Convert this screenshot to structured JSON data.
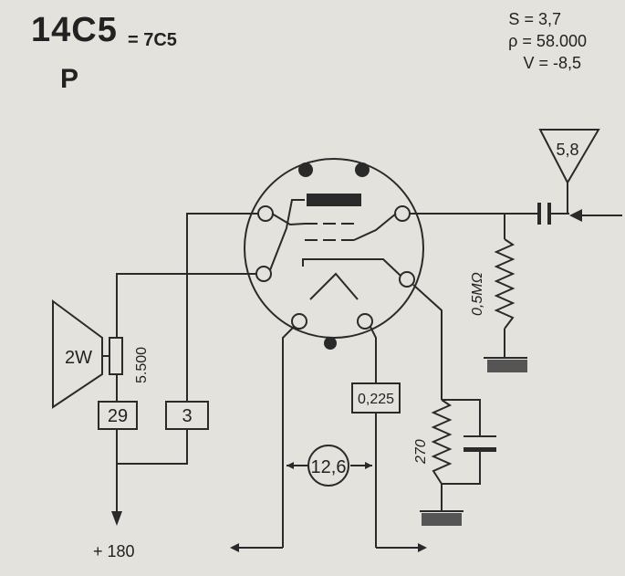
{
  "header": {
    "tube": "14C5",
    "equivalent": "= 7C5",
    "type_letter": "P"
  },
  "params": [
    {
      "symbol": "S",
      "value": "= 3,7"
    },
    {
      "symbol": "ρ",
      "value": "= 58.000"
    },
    {
      "symbol": "V",
      "value": "= -8,5"
    }
  ],
  "labels": {
    "antenna": "5,8",
    "grid_resistor": "0,5MΩ",
    "speaker": "2W",
    "transformer": "5.500",
    "box_a": "29",
    "box_b": "3",
    "box_current": "0,225",
    "heater_voltage": "12,6",
    "cathode_resistor": "270",
    "supply": "+ 180"
  }
}
